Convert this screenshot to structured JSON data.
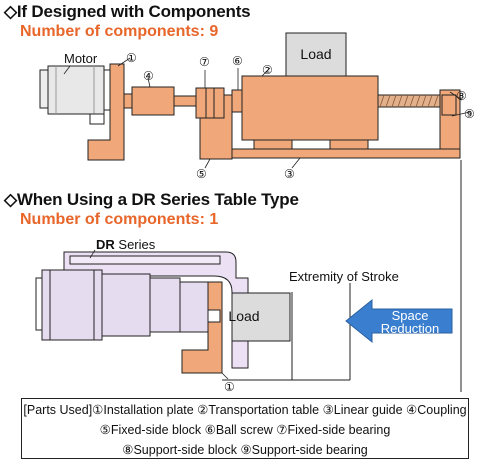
{
  "section1": {
    "heading": "◇If Designed with Components",
    "count": "Number of components: 9",
    "labels": {
      "motor": "Motor",
      "load": "Load"
    }
  },
  "section2": {
    "heading_pre": "◇When Using a ",
    "heading_bold": "DR",
    "heading_post": " Series Table Type",
    "count": "Number of components: 1",
    "series_bold": "DR",
    "series_rest": " Series",
    "extremity": "Extremity of Stroke",
    "load": "Load",
    "arrow_line1": "Space",
    "arrow_line2": "Reduction"
  },
  "callouts": {
    "c1": "①",
    "c2": "②",
    "c3": "③",
    "c4": "④",
    "c5": "⑤",
    "c6": "⑥",
    "c7": "⑦",
    "c8": "⑧",
    "c9": "⑨",
    "c1b": "①"
  },
  "legend": {
    "line1": "[Parts Used]①Installation plate ②Transportation table ③Linear guide ④Coupling",
    "line2": "⑤Fixed-side block  ⑥Ball screw  ⑦Fixed-side bearing",
    "line3": "⑧Support-side block  ⑨Support-side bearing"
  },
  "colors": {
    "orange": "#f0a87a",
    "orange_dark": "#d9773f",
    "heading_orange": "#e8662a",
    "arrow_blue": "#3a7fcf",
    "motor_purple": "#e6dcf0",
    "gray": "#dcdcdc"
  }
}
